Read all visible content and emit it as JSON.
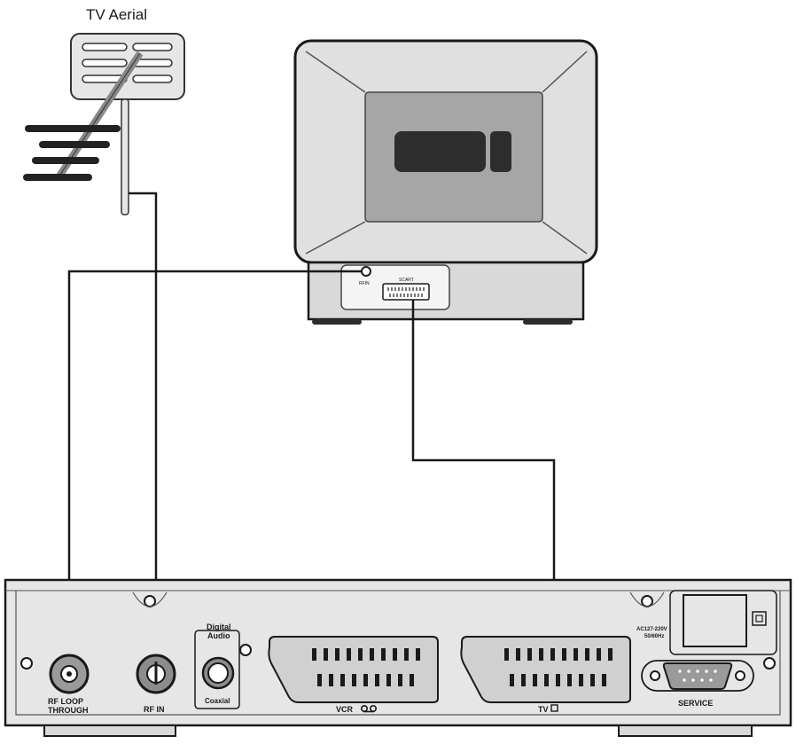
{
  "aerial": {
    "label": "TV Aerial"
  },
  "tv": {
    "rf_in_label": "RFIN",
    "scart_label": "SCART"
  },
  "receiver": {
    "rf_loop_line1": "RF  LOOP",
    "rf_loop_line2": "THROUGH",
    "rf_in_label": "RF  IN",
    "digital_audio_line1": "Digital",
    "digital_audio_line2": "Audio",
    "coaxial_label": "Coaxial",
    "vcr_label": "VCR",
    "tv_label": "TV",
    "power_line1": "AC127-220V",
    "power_line2": "50/60Hz",
    "service_label": "SERVICE"
  },
  "colors": {
    "line": "#1a1a1a",
    "panel": "#e6e6e6",
    "body": "#d9d9d9",
    "dark": "#8c8c8c",
    "screen": "#a6a6a6",
    "display": "#2d2d2d"
  }
}
